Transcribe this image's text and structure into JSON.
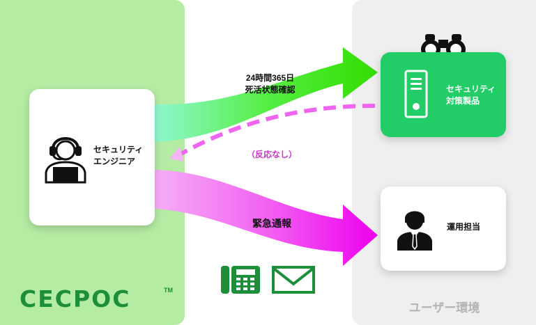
{
  "logo": {
    "text": "CECPOC",
    "tm": "TM"
  },
  "engineer": {
    "label": "セキュリティ\nエンジニア",
    "icon": "headset-operator-icon"
  },
  "product": {
    "label": "セキュリティ\n対策製品",
    "icon": "server-icon",
    "accessory_icon": "binoculars-icon"
  },
  "admin": {
    "label": "運用担当",
    "icon": "businessman-icon"
  },
  "flows": {
    "monitor": "24時間365日\n死活状態確認",
    "no_response": "（反応なし）",
    "emergency": "緊急通報"
  },
  "contact_icons": [
    "telephone-icon",
    "mail-icon"
  ],
  "environment_label": "ユーザー環境",
  "colors": {
    "left_panel": "#b5eca3",
    "right_panel": "#efefef",
    "product_card": "#22cc66",
    "green_arrow": "#33dd00",
    "magenta_arrow": "#ee00ee",
    "logo": "#1d8f3a"
  }
}
